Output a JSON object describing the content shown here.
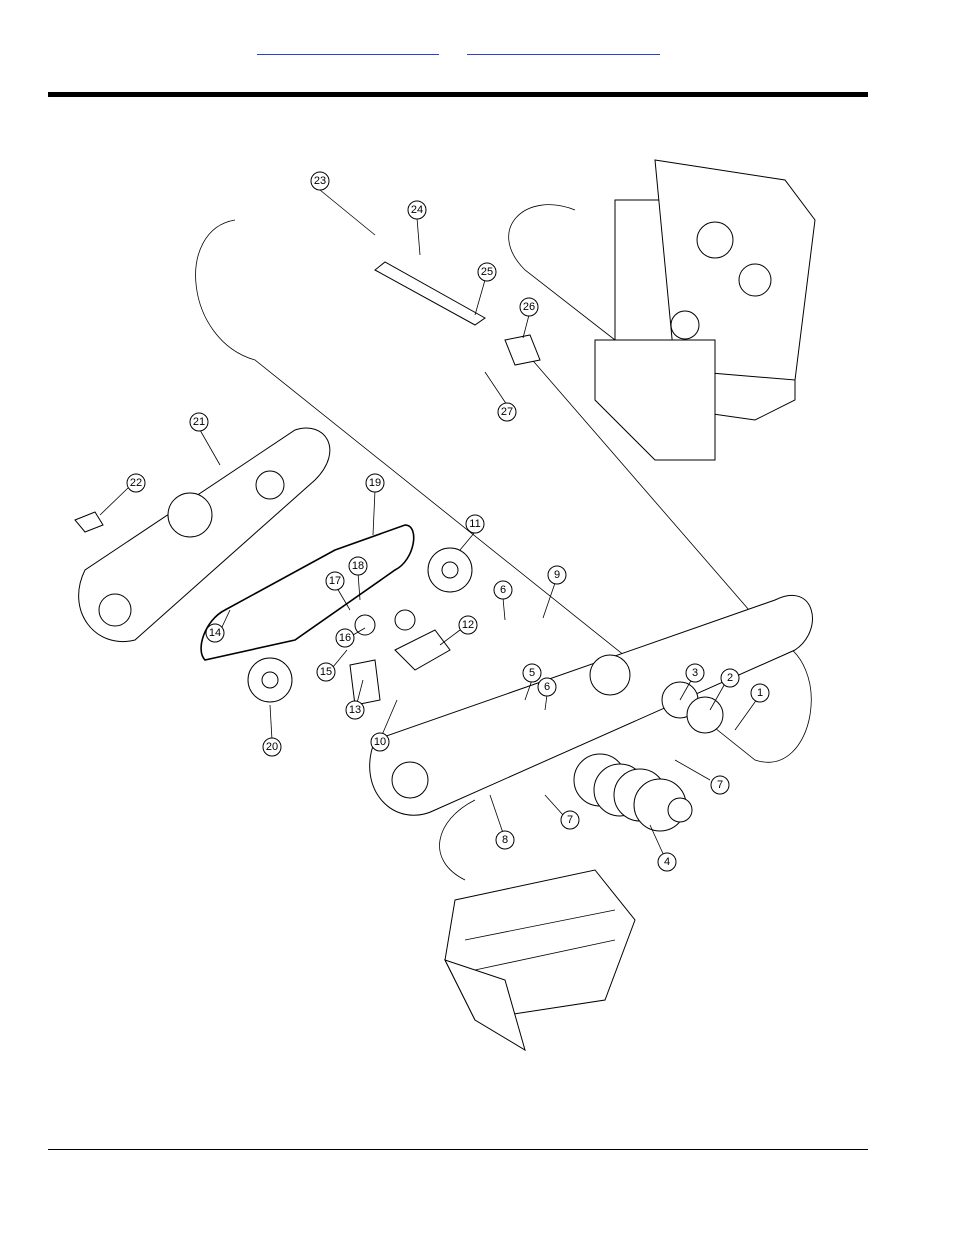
{
  "header": {
    "links": [
      {
        "text": ""
      },
      {
        "text": ""
      }
    ]
  },
  "callouts": [
    {
      "label": "1"
    },
    {
      "label": "2"
    },
    {
      "label": "3"
    },
    {
      "label": "4"
    },
    {
      "label": "5"
    },
    {
      "label": "6"
    },
    {
      "label": "6"
    },
    {
      "label": "7"
    },
    {
      "label": "7"
    },
    {
      "label": "8"
    },
    {
      "label": "9"
    },
    {
      "label": "10"
    },
    {
      "label": "11"
    },
    {
      "label": "12"
    },
    {
      "label": "13"
    },
    {
      "label": "14"
    },
    {
      "label": "15"
    },
    {
      "label": "16"
    },
    {
      "label": "17"
    },
    {
      "label": "18"
    },
    {
      "label": "19"
    },
    {
      "label": "20"
    },
    {
      "label": "21"
    },
    {
      "label": "22"
    },
    {
      "label": "23"
    },
    {
      "label": "24"
    },
    {
      "label": "25"
    },
    {
      "label": "26"
    },
    {
      "label": "27"
    }
  ]
}
